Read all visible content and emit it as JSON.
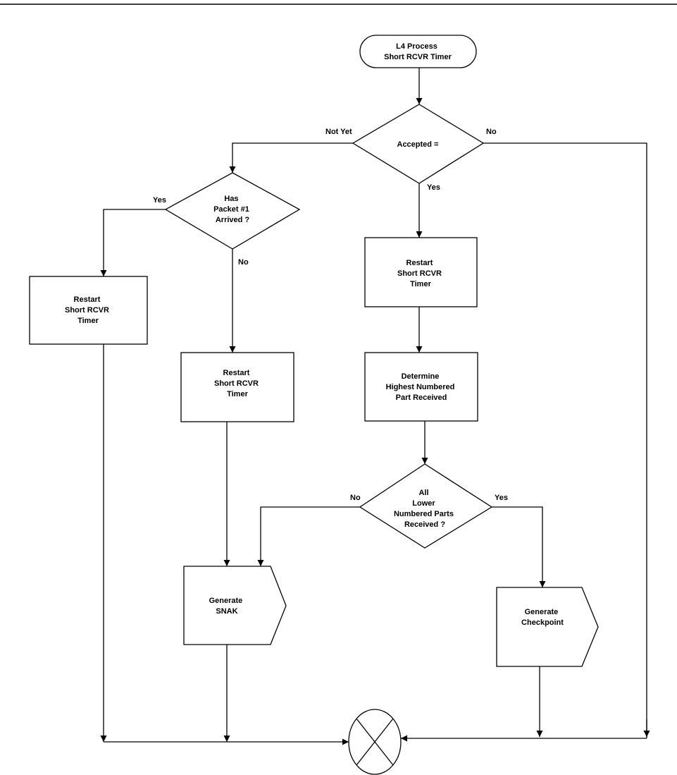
{
  "diagram": {
    "nodes": {
      "start": [
        "L4 Process",
        "Short RCVR Timer"
      ],
      "accepted": [
        "Accepted ="
      ],
      "has_packet": [
        "Has",
        "Packet #1",
        "Arrived ?"
      ],
      "restart_left": [
        "Restart",
        "Short RCVR",
        "Timer"
      ],
      "restart_mid": [
        "Restart",
        "Short RCVR",
        "Timer"
      ],
      "restart_right": [
        "Restart",
        "Short RCVR",
        "Timer"
      ],
      "determine": [
        "Determine",
        "Highest Numbered",
        "Part Received"
      ],
      "all_lower": [
        "All",
        "Lower",
        "Numbered Parts",
        "Received ?"
      ],
      "snak": [
        "Generate",
        "SNAK"
      ],
      "checkpoint": [
        "Generate",
        "Checkpoint"
      ]
    },
    "edges": {
      "not_yet": "Not Yet",
      "no_accepted": "No",
      "yes_accepted": "Yes",
      "yes_packet": "Yes",
      "no_packet": "No",
      "no_lower": "No",
      "yes_lower": "Yes"
    }
  }
}
